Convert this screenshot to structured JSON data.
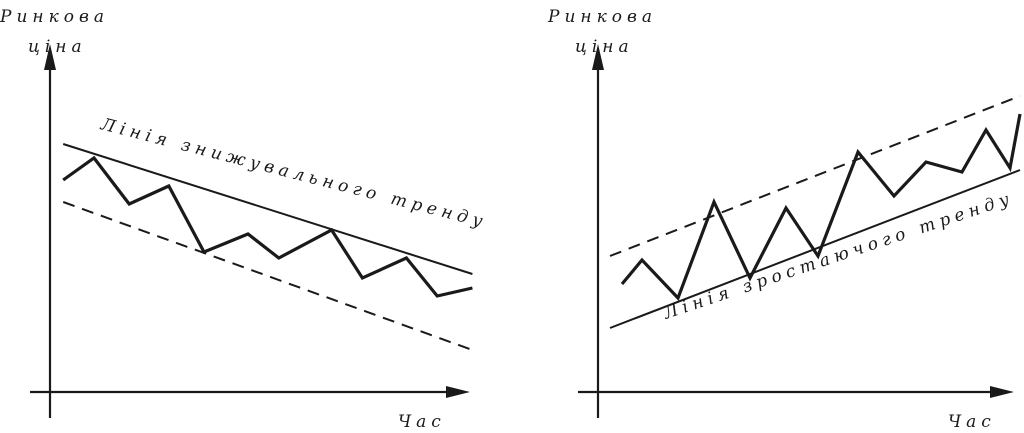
{
  "chart_data": [
    {
      "type": "line",
      "ylabel_line1": "Ринкова",
      "ylabel_line2": "ціна",
      "xlabel": "Час",
      "trend_label": "Лінія знижувального тренду",
      "series": [
        {
          "values": [
            [
              0.3,
              5.3
            ],
            [
              1.0,
              5.85
            ],
            [
              1.8,
              4.7
            ],
            [
              2.7,
              5.15
            ],
            [
              3.5,
              3.5
            ],
            [
              4.5,
              3.95
            ],
            [
              5.2,
              3.35
            ],
            [
              6.4,
              4.05
            ],
            [
              7.1,
              2.85
            ],
            [
              8.1,
              3.35
            ],
            [
              8.8,
              2.4
            ],
            [
              9.6,
              2.6
            ]
          ]
        },
        {
          "values": [
            [
              0.3,
              6.2
            ],
            [
              9.6,
              2.95
            ]
          ]
        },
        {
          "values": [
            [
              0.3,
              4.75
            ],
            [
              9.6,
              1.05
            ]
          ]
        }
      ]
    },
    {
      "type": "line",
      "ylabel_line1": "Ринкова",
      "ylabel_line2": "ціна",
      "xlabel": "Час",
      "trend_label": "Лінія зростаючого тренду",
      "series": [
        {
          "values": [
            [
              0.6,
              2.7
            ],
            [
              1.1,
              3.3
            ],
            [
              2.0,
              2.35
            ],
            [
              2.9,
              4.75
            ],
            [
              3.8,
              2.85
            ],
            [
              4.7,
              4.6
            ],
            [
              5.5,
              3.4
            ],
            [
              6.5,
              6.0
            ],
            [
              7.4,
              4.9
            ],
            [
              8.2,
              5.75
            ],
            [
              9.1,
              5.5
            ],
            [
              9.7,
              6.55
            ],
            [
              10.3,
              5.6
            ],
            [
              10.55,
              6.95
            ]
          ]
        },
        {
          "values": [
            [
              0.3,
              1.6
            ],
            [
              10.55,
              5.55
            ]
          ]
        },
        {
          "values": [
            [
              0.3,
              3.4
            ],
            [
              10.55,
              7.4
            ]
          ]
        }
      ]
    }
  ]
}
